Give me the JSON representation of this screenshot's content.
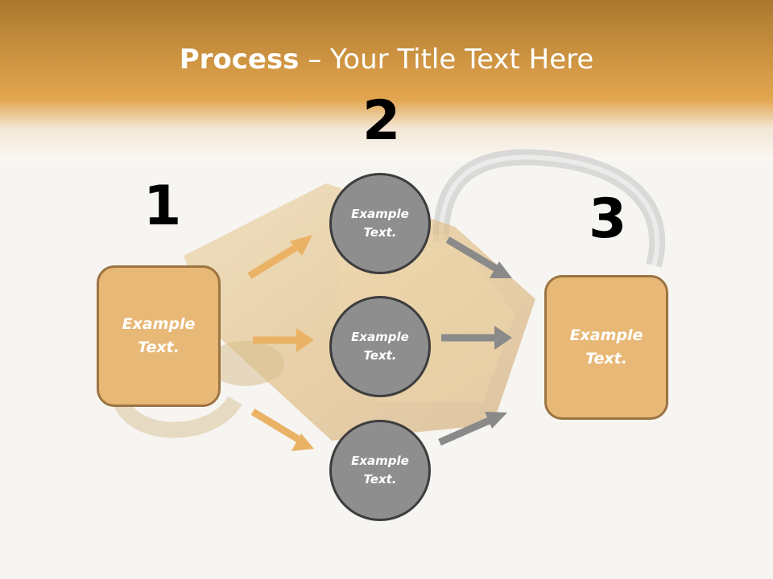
{
  "title": {
    "bold": "Process",
    "rest": " – Your Title Text Here"
  },
  "steps": [
    "1",
    "2",
    "3"
  ],
  "input_box": {
    "text": "Example\nText."
  },
  "output_box": {
    "text": "Example\nText."
  },
  "circles": [
    {
      "text": "Example\nText."
    },
    {
      "text": "Example\nText."
    },
    {
      "text": "Example\nText."
    }
  ],
  "colors": {
    "box_fill": "#e8b877",
    "box_border": "#9c7443",
    "circle_fill": "#8e8e8e",
    "orange_arrow": "#eab265",
    "gray_arrow": "#8a8a8a"
  }
}
